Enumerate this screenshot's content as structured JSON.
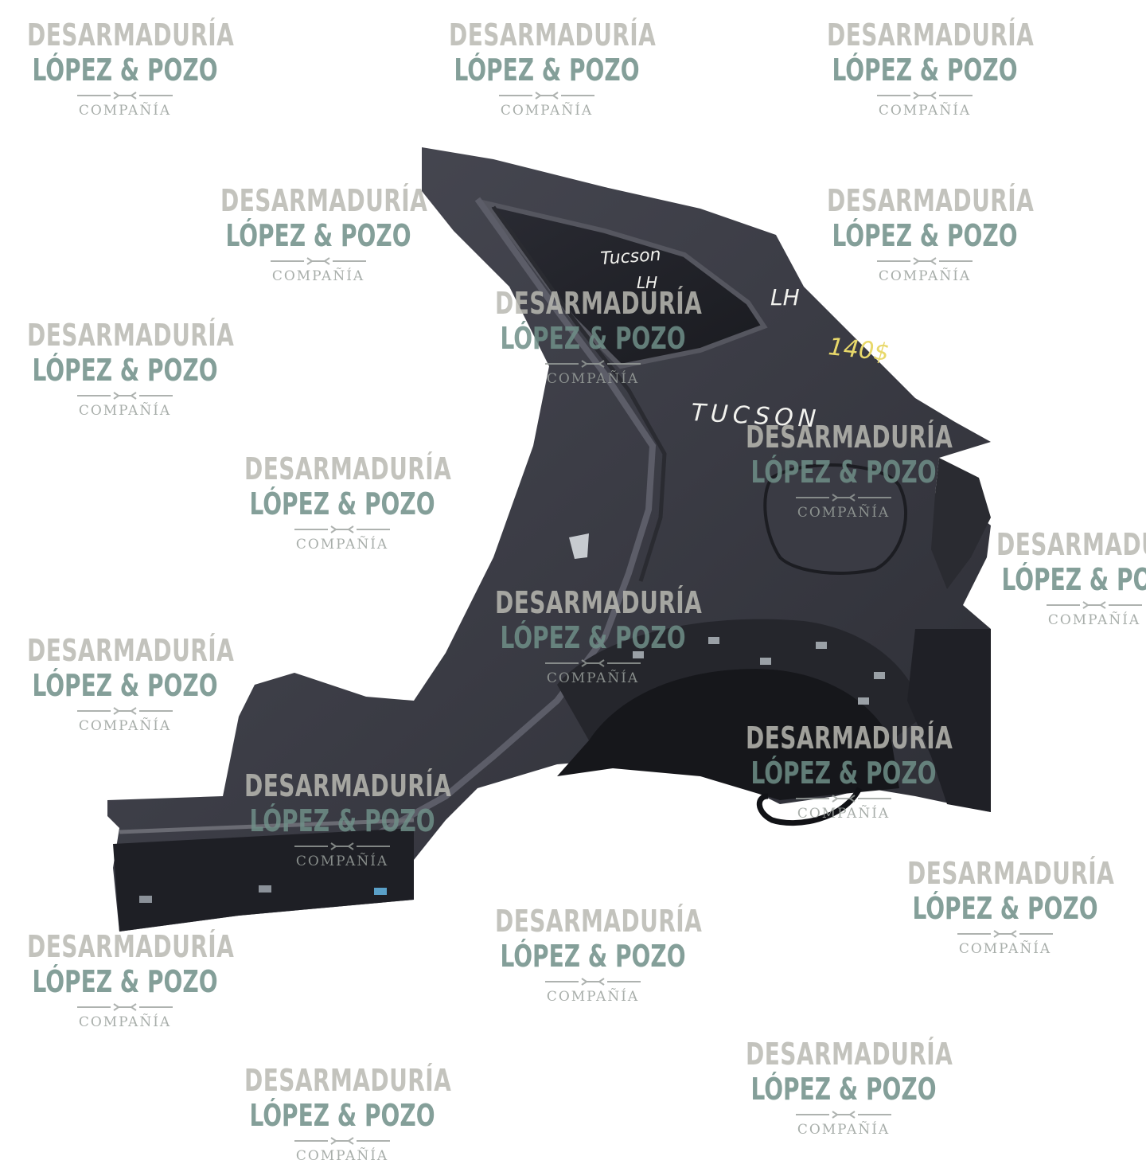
{
  "watermark": {
    "line1": "DESARMADURÍA",
    "line2": "LÓPEZ & POZO",
    "line3": "COMPAÑÍA",
    "color_line1": "#b9b9b2",
    "color_line2": "#6f8f88",
    "color_line3": "#9aa09c"
  },
  "panel": {
    "body_color": "#3e3f48",
    "dark_color": "#1f2026",
    "handwriting_color": "#f2f2ee",
    "marker_yellow": "#e8d86a",
    "annotations": {
      "quarter_glass": "Tucson",
      "quarter_glass_side": "LH",
      "side_mark": "LH",
      "price_mark": "140$",
      "lower_mark": "TUCSON"
    }
  }
}
